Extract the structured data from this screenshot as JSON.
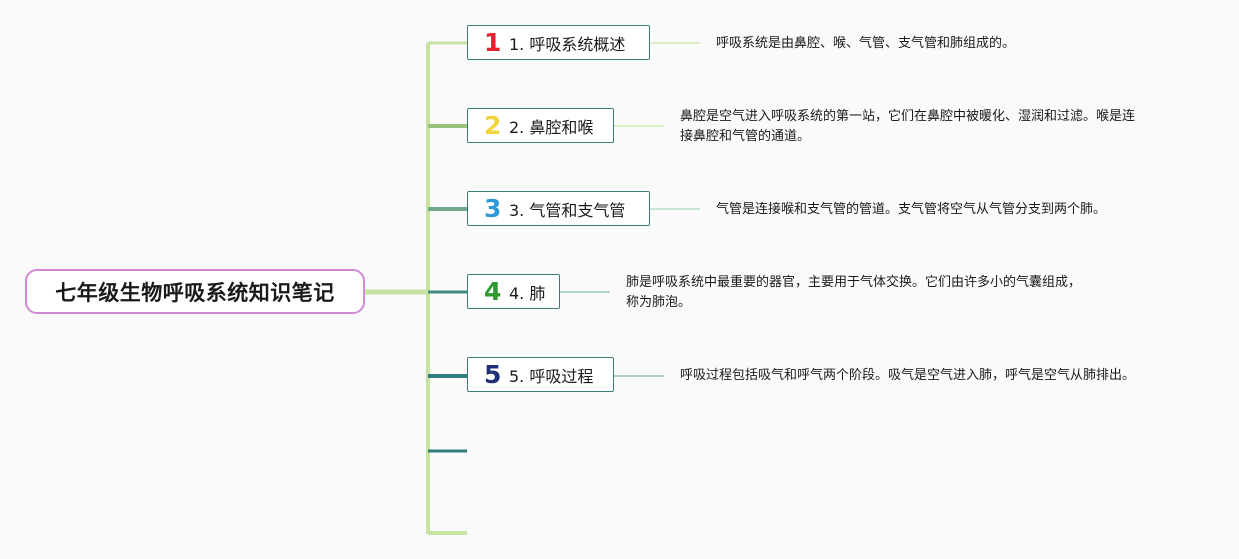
{
  "root": {
    "title": "七年级生物呼吸系统知识笔记"
  },
  "topics": [
    {
      "badge": "1",
      "badge_color": "#e0232e",
      "label": "1. 呼吸系统概述",
      "note_lines": [
        "呼吸系统是由鼻腔、喉、气管、支气管和肺组成的。"
      ]
    },
    {
      "badge": "2",
      "badge_color": "#f2d43c",
      "label": "2. 鼻腔和喉",
      "note_lines": [
        "鼻腔是空气进入呼吸系统的第一站，它们在鼻腔中被暖化、湿润和过滤。喉是连",
        "接鼻腔和气管的通道。"
      ]
    },
    {
      "badge": "3",
      "badge_color": "#2c9ad8",
      "label": "3. 气管和支气管",
      "note_lines": [
        "气管是连接喉和支气管的管道。支气管将空气从气管分支到两个肺。"
      ]
    },
    {
      "badge": "4",
      "badge_color": "#2a9a2e",
      "label": "4. 肺",
      "note_lines": [
        "肺是呼吸系统中最重要的器官，主要用于气体交换。它们由许多小的气囊组成，",
        "称为肺泡。"
      ]
    },
    {
      "badge": "5",
      "badge_color": "#1f2f78",
      "label": "5. 呼吸过程",
      "note_lines": [
        "呼吸过程包括吸气和呼气两个阶段。吸气是空气进入肺，呼气是空气从肺排出。"
      ]
    }
  ],
  "colors": {
    "spine": "#c6e3a2",
    "root_border": "#d089d6",
    "topic_border": "#3e7d77",
    "branch_colors": [
      "#c6e3a2",
      "#9ac27c",
      "#6fa88a",
      "#3f8a82",
      "#2e7d7c",
      "#2e7d7c",
      "#c6e3a2"
    ]
  }
}
